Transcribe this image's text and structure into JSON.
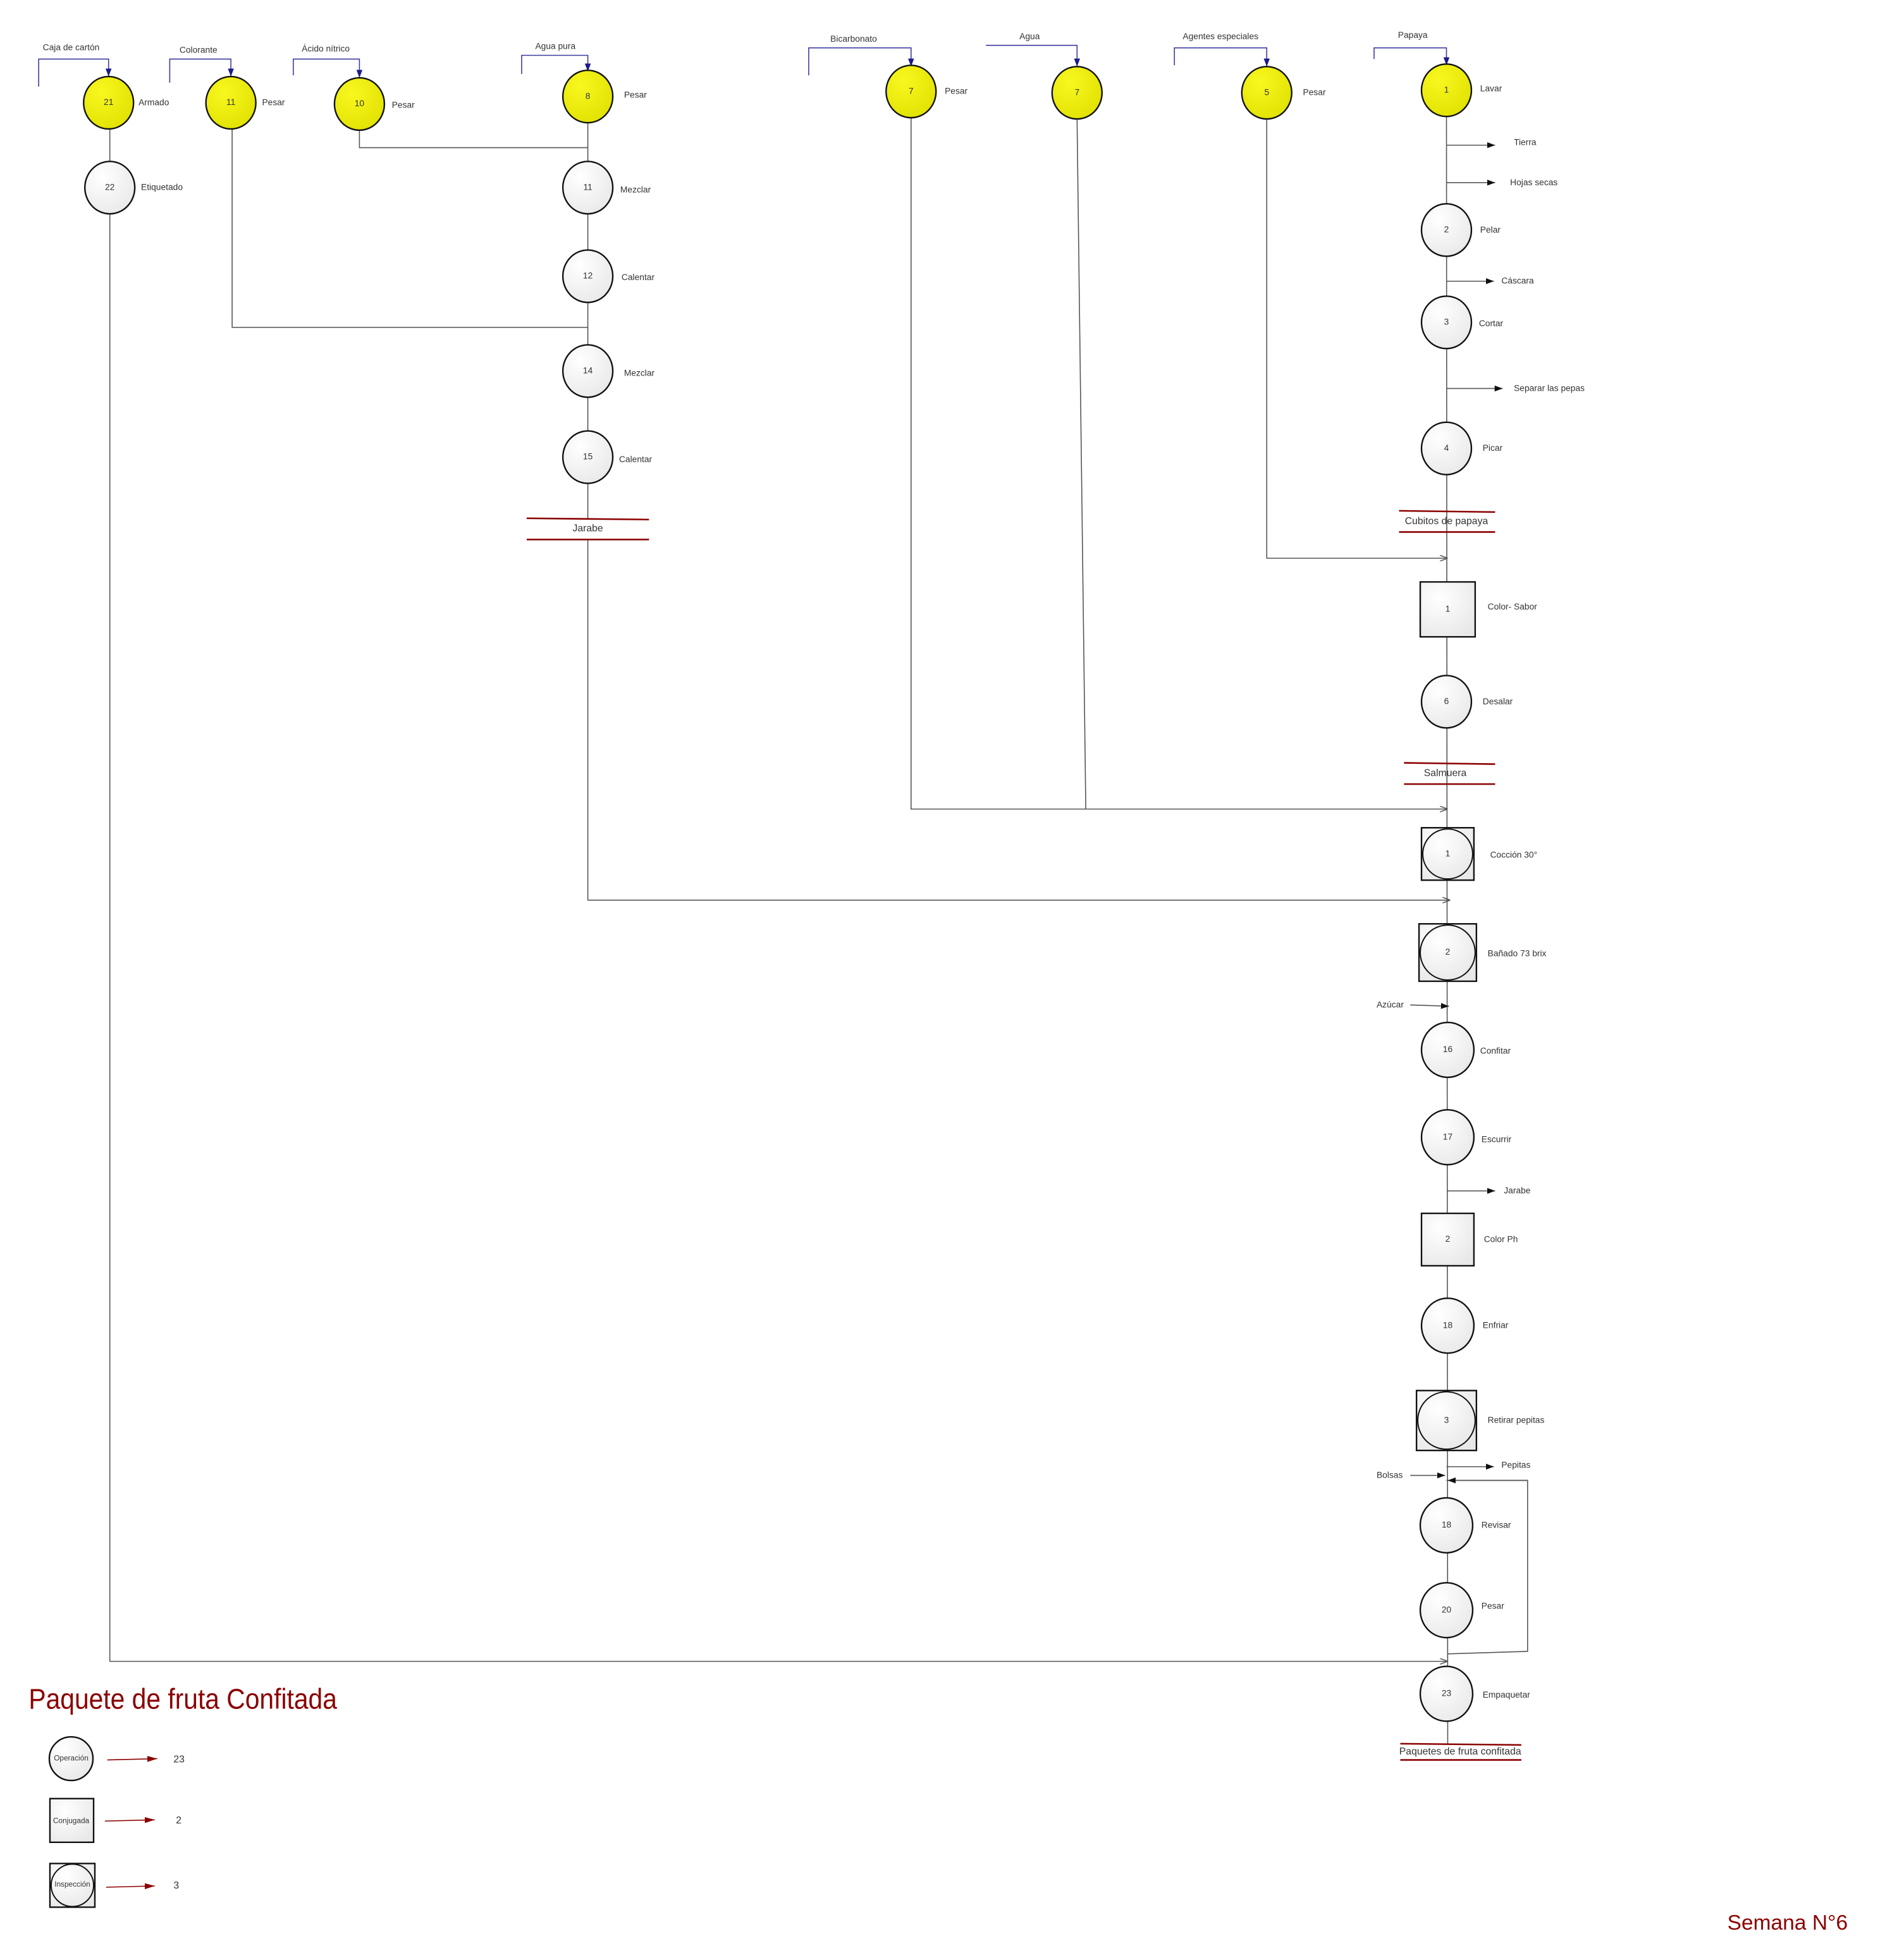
{
  "title": "Paquete de fruta Confitada",
  "footer": "Semana N°6",
  "colors": {
    "accent": "#8b0000",
    "material": "#3a3aa0",
    "yellow": "#f2f20f"
  },
  "materials": [
    "Caja de cartón",
    "Colorante",
    "Ácido nítrico",
    "Agua pura",
    "Bicarbonato",
    "Agua",
    "Agentes especiales",
    "Papaya"
  ],
  "nodes": [
    {
      "num": "21",
      "label": "Armado",
      "type": "op-yellow"
    },
    {
      "num": "22",
      "label": "Etiquetado",
      "type": "op"
    },
    {
      "num": "11",
      "label": "Pesar",
      "type": "op-yellow"
    },
    {
      "num": "10",
      "label": "Pesar",
      "type": "op-yellow"
    },
    {
      "num": "8",
      "label": "Pesar",
      "type": "op-yellow"
    },
    {
      "num": "11",
      "label": "Mezclar",
      "type": "op"
    },
    {
      "num": "12",
      "label": "Calentar",
      "type": "op"
    },
    {
      "num": "14",
      "label": "Mezclar",
      "type": "op"
    },
    {
      "num": "15",
      "label": "Calentar",
      "type": "op"
    },
    {
      "num": "7",
      "label": "Pesar",
      "type": "op-yellow"
    },
    {
      "num": "7",
      "label": "",
      "type": "op-yellow"
    },
    {
      "num": "5",
      "label": "Pesar",
      "type": "op-yellow"
    },
    {
      "num": "1",
      "label": "Lavar",
      "type": "op-yellow"
    },
    {
      "num": "2",
      "label": "Pelar",
      "type": "op"
    },
    {
      "num": "3",
      "label": "Cortar",
      "type": "op"
    },
    {
      "num": "4",
      "label": "Picar",
      "type": "op"
    },
    {
      "num": "1",
      "label": "Color- Sabor",
      "type": "conj"
    },
    {
      "num": "6",
      "label": "Desalar",
      "type": "op"
    },
    {
      "num": "1",
      "label": "Cocción 30°",
      "type": "insp"
    },
    {
      "num": "2",
      "label": "Bañado 73 brix",
      "type": "insp"
    },
    {
      "num": "16",
      "label": "Confitar",
      "type": "op"
    },
    {
      "num": "17",
      "label": "Escurrir",
      "type": "op"
    },
    {
      "num": "2",
      "label": "Color Ph",
      "type": "conj"
    },
    {
      "num": "18",
      "label": "Enfriar",
      "type": "op"
    },
    {
      "num": "3",
      "label": "Retirar pepitas",
      "type": "insp"
    },
    {
      "num": "18",
      "label": "Revisar",
      "type": "op"
    },
    {
      "num": "20",
      "label": "Pesar",
      "type": "op"
    },
    {
      "num": "23",
      "label": "Empaquetar",
      "type": "op"
    }
  ],
  "outputs": [
    "Tierra",
    "Hojas secas",
    "Cáscara",
    "Separar las pepas",
    "Jarabe",
    "Pepitas"
  ],
  "inputs": [
    "Azúcar",
    "Bolsas"
  ],
  "storages": [
    "Jarabe",
    "Cubitos de papaya",
    "Salmuera",
    "Paquetes de fruta confitada"
  ],
  "legend": [
    {
      "label": "Operación",
      "count": "23"
    },
    {
      "label": "Conjugada",
      "count": "2"
    },
    {
      "label": "Inspección",
      "count": "3"
    }
  ]
}
